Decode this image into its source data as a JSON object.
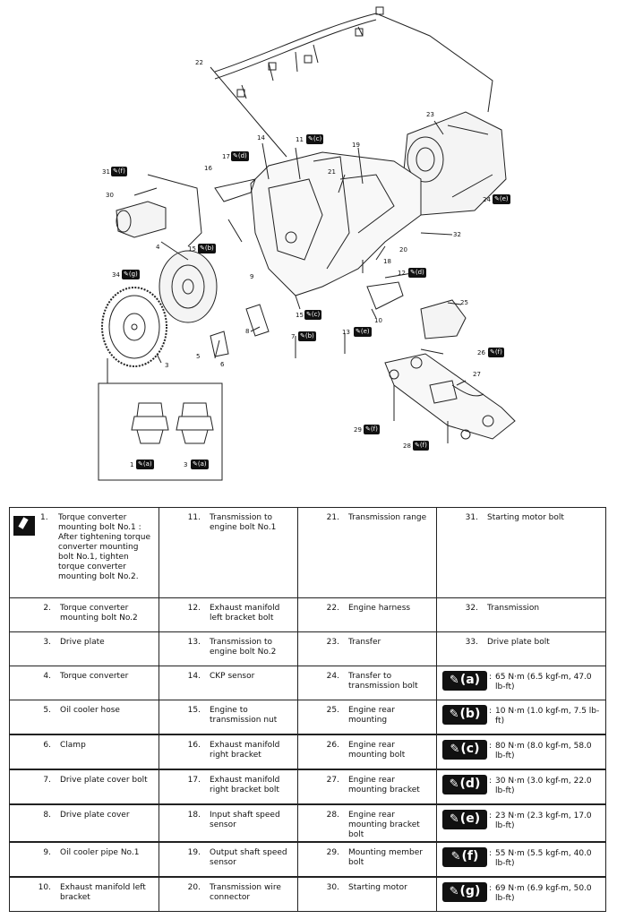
{
  "diagram": {
    "callouts": [
      {
        "id": "c22",
        "text": "22"
      },
      {
        "id": "c23",
        "text": "23"
      },
      {
        "id": "c14",
        "text": "14"
      },
      {
        "id": "c17",
        "text": "17"
      },
      {
        "id": "c16",
        "text": "16"
      },
      {
        "id": "c11",
        "text": "11"
      },
      {
        "id": "c19",
        "text": "19"
      },
      {
        "id": "c31",
        "text": "31"
      },
      {
        "id": "c30",
        "text": "30"
      },
      {
        "id": "c21",
        "text": "21"
      },
      {
        "id": "c4",
        "text": "4"
      },
      {
        "id": "c15a",
        "text": "15"
      },
      {
        "id": "c24",
        "text": "24"
      },
      {
        "id": "c32",
        "text": "32"
      },
      {
        "id": "c20",
        "text": "20"
      },
      {
        "id": "c18",
        "text": "18"
      },
      {
        "id": "c12",
        "text": "12"
      },
      {
        "id": "c34",
        "text": "34"
      },
      {
        "id": "c9",
        "text": "9"
      },
      {
        "id": "c25",
        "text": "25"
      },
      {
        "id": "c10",
        "text": "10"
      },
      {
        "id": "c15b",
        "text": "15"
      },
      {
        "id": "c8",
        "text": "8"
      },
      {
        "id": "c7",
        "text": "7"
      },
      {
        "id": "c13",
        "text": "13"
      },
      {
        "id": "c26",
        "text": "26"
      },
      {
        "id": "c5",
        "text": "5"
      },
      {
        "id": "c6",
        "text": "6"
      },
      {
        "id": "c3",
        "text": "3"
      },
      {
        "id": "c27",
        "text": "27"
      },
      {
        "id": "c29",
        "text": "29"
      },
      {
        "id": "c28",
        "text": "28"
      },
      {
        "id": "c1",
        "text": "1"
      },
      {
        "id": "c3b",
        "text": "3"
      }
    ],
    "badges": [
      {
        "id": "b31",
        "letter": "(f)"
      },
      {
        "id": "b17",
        "letter": "(d)"
      },
      {
        "id": "b11",
        "letter": "(c)"
      },
      {
        "id": "b15a",
        "letter": "(b)"
      },
      {
        "id": "b24",
        "letter": "(e)"
      },
      {
        "id": "b12",
        "letter": "(d)"
      },
      {
        "id": "b34",
        "letter": "(g)"
      },
      {
        "id": "b15b",
        "letter": "(c)"
      },
      {
        "id": "b7",
        "letter": "(b)"
      },
      {
        "id": "b13",
        "letter": "(e)"
      },
      {
        "id": "b26",
        "letter": "(f)"
      },
      {
        "id": "b29",
        "letter": "(f)"
      },
      {
        "id": "b28",
        "letter": "(f)"
      },
      {
        "id": "b1",
        "letter": "(a)"
      },
      {
        "id": "b3",
        "letter": "(a)"
      }
    ]
  },
  "legend": {
    "rows": [
      [
        {
          "n": "1.",
          "t": "Torque converter mounting bolt No.1 : After tightening torque converter mounting bolt No.1, tighten torque converter mounting bolt No.2."
        },
        {
          "n": "11.",
          "t": "Transmission to engine bolt No.1"
        },
        {
          "n": "21.",
          "t": "Transmission range"
        },
        {
          "n": "31.",
          "t": "Starting motor bolt"
        }
      ],
      [
        {
          "n": "2.",
          "t": "Torque converter mounting bolt No.2"
        },
        {
          "n": "12.",
          "t": "Exhaust manifold left bracket bolt"
        },
        {
          "n": "22.",
          "t": "Engine harness"
        },
        {
          "n": "32.",
          "t": "Transmission"
        }
      ],
      [
        {
          "n": "3.",
          "t": "Drive plate"
        },
        {
          "n": "13.",
          "t": "Transmission to engine bolt No.2"
        },
        {
          "n": "23.",
          "t": "Transfer"
        },
        {
          "n": "33.",
          "t": "Drive plate bolt"
        }
      ],
      [
        {
          "n": "4.",
          "t": "Torque converter"
        },
        {
          "n": "14.",
          "t": "CKP sensor"
        },
        {
          "n": "24.",
          "t": "Transfer to transmission bolt"
        },
        {
          "letter": "(a)",
          "t": "65 N·m (6.5 kgf-m, 47.0 lb-ft)"
        }
      ],
      [
        {
          "n": "5.",
          "t": "Oil cooler hose"
        },
        {
          "n": "15.",
          "t": "Engine to transmission nut"
        },
        {
          "n": "25.",
          "t": "Engine rear mounting"
        },
        {
          "letter": "(b)",
          "t": "10 N·m (1.0 kgf-m, 7.5 lb-ft)"
        }
      ],
      [
        {
          "n": "6.",
          "t": "Clamp"
        },
        {
          "n": "16.",
          "t": "Exhaust manifold right bracket"
        },
        {
          "n": "26.",
          "t": "Engine rear mounting bolt"
        },
        {
          "letter": "(c)",
          "t": "80 N·m (8.0 kgf-m, 58.0 lb-ft)"
        }
      ],
      [
        {
          "n": "7.",
          "t": "Drive plate cover bolt"
        },
        {
          "n": "17.",
          "t": "Exhaust manifold right bracket bolt"
        },
        {
          "n": "27.",
          "t": "Engine rear mounting bracket"
        },
        {
          "letter": "(d)",
          "t": "30 N·m (3.0 kgf-m, 22.0 lb-ft)"
        }
      ],
      [
        {
          "n": "8.",
          "t": "Drive plate cover"
        },
        {
          "n": "18.",
          "t": "Input shaft speed sensor"
        },
        {
          "n": "28.",
          "t": "Engine rear mounting bracket bolt"
        },
        {
          "letter": "(e)",
          "t": "23 N·m (2.3 kgf-m, 17.0 lb-ft)"
        }
      ],
      [
        {
          "n": "9.",
          "t": "Oil cooler pipe No.1"
        },
        {
          "n": "19.",
          "t": "Output shaft speed sensor"
        },
        {
          "n": "29.",
          "t": "Mounting member bolt"
        },
        {
          "letter": "(f)",
          "t": "55 N·m (5.5 kgf-m, 40.0 lb-ft)"
        }
      ],
      [
        {
          "n": "10.",
          "t": "Exhaust manifold left bracket"
        },
        {
          "n": "20.",
          "t": "Transmission wire connector"
        },
        {
          "n": "30.",
          "t": "Starting motor"
        },
        {
          "letter": "(g)",
          "t": "69 N·m (6.9 kgf-m, 50.0 lb-ft)"
        }
      ]
    ]
  }
}
